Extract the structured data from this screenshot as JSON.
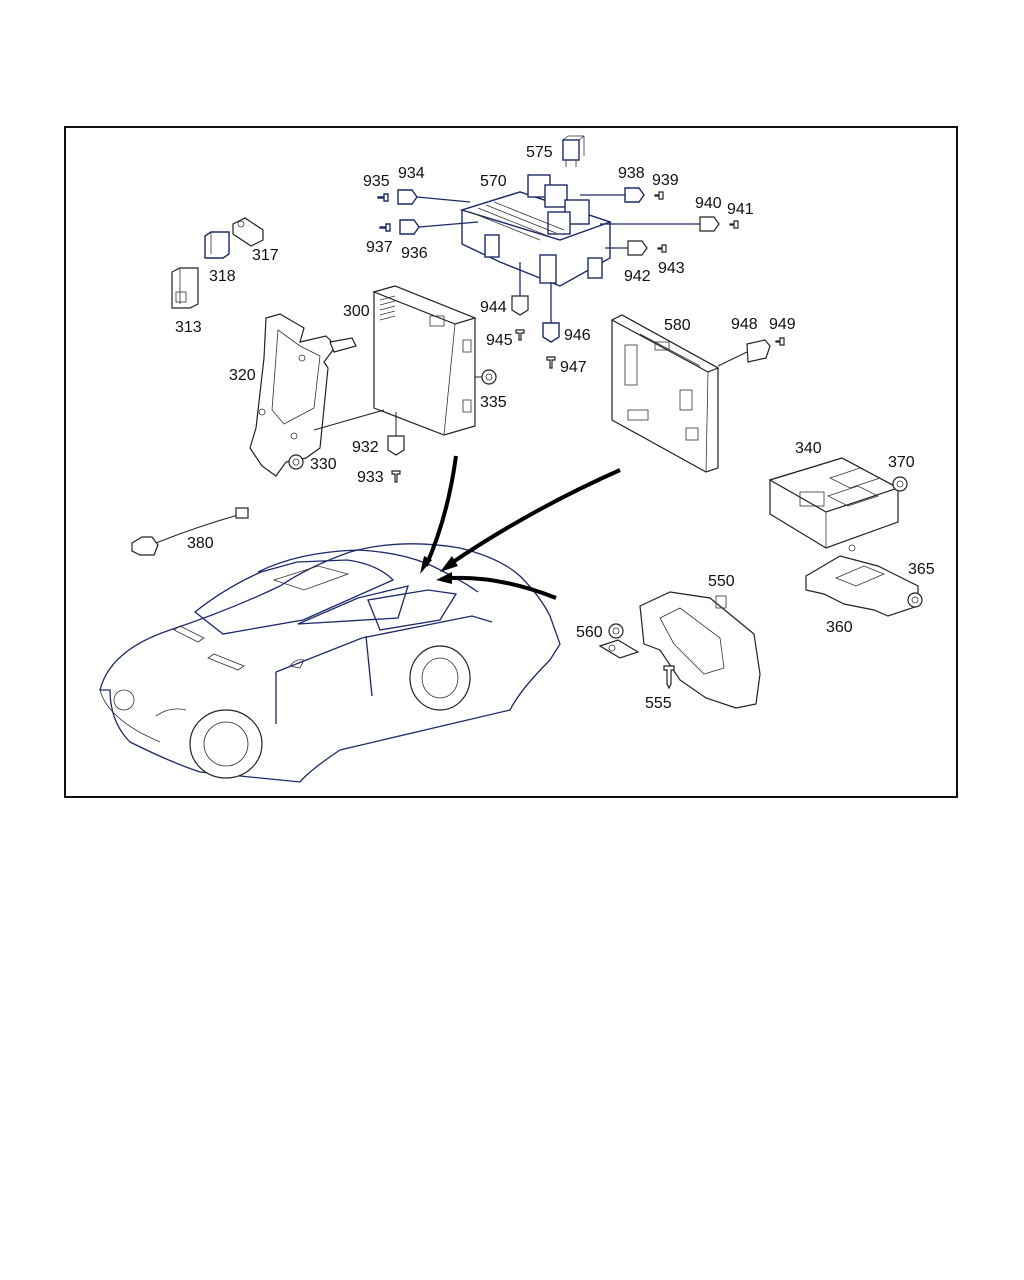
{
  "diagram": {
    "labels": {
      "p575": "575",
      "p935": "935",
      "p934": "934",
      "p570": "570",
      "p938": "938",
      "p939": "939",
      "p940": "940",
      "p941": "941",
      "p937": "937",
      "p936": "936",
      "p942": "942",
      "p943": "943",
      "p317": "317",
      "p318": "318",
      "p313": "313",
      "p300": "300",
      "p944": "944",
      "p945": "945",
      "p946": "946",
      "p947": "947",
      "p580": "580",
      "p948": "948",
      "p949": "949",
      "p320": "320",
      "p335": "335",
      "p932": "932",
      "p933": "933",
      "p330": "330",
      "p340": "340",
      "p370": "370",
      "p380": "380",
      "p550": "550",
      "p365": "365",
      "p560": "560",
      "p360": "360",
      "p555": "555"
    }
  }
}
